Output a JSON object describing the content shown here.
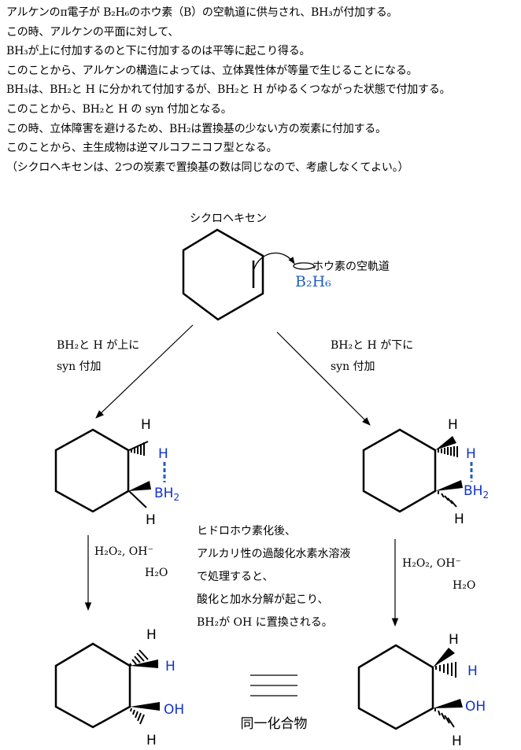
{
  "colors": {
    "accent_blue": "#1f5fbf",
    "label_blue": "#1133cc",
    "text": "#000000",
    "line": "#000000"
  },
  "explanation_lines": [
    "アルケンのπ電子が B₂H₆のホウ素（B）の空軌道に供与され、BH₃が付加する。",
    "この時、アルケンの平面に対して、",
    "BH₃が上に付加するのと下に付加するのは平等に起こり得る。",
    "このことから、アルケンの構造によっては、立体異性体が等量で生じることになる。",
    "BH₃は、BH₂と H に分かれて付加するが、BH₂と H がゆるくつながった状態で付加する。",
    "このことから、BH₂と H の syn 付加となる。",
    "この時、立体障害を避けるため、BH₂は置換基の少ない方の炭素に付加する。",
    "このことから、主生成物は逆マルコフニコフ型となる。",
    "（シクロヘキセンは、2つの炭素で置換基の数は同じなので、考慮しなくてよい。）"
  ],
  "start": {
    "name": "シクロヘキセン",
    "orbital_label": "ホウ素の空軌道",
    "reagent": "B₂H₆"
  },
  "left_path": {
    "line1": "BH₂と H が上に",
    "line2": "syn 付加"
  },
  "right_path": {
    "line1": "BH₂と H が下に",
    "line2": "syn 付加"
  },
  "atoms": {
    "H": "H",
    "BH2_B": "BH",
    "BH2_sub": "2",
    "OH": "OH"
  },
  "step2_reagents": {
    "line1": "H₂O₂,  OH⁻",
    "line2": "H₂O"
  },
  "middle_note": [
    "ヒドロホウ素化後、",
    "アルカリ性の過酸化水素水溶液",
    "で処理すると、",
    "酸化と加水分解が起こり、",
    "BH₂が OH に置換される。"
  ],
  "equivalence": {
    "symbol": "≡",
    "label": "同一化合物"
  }
}
